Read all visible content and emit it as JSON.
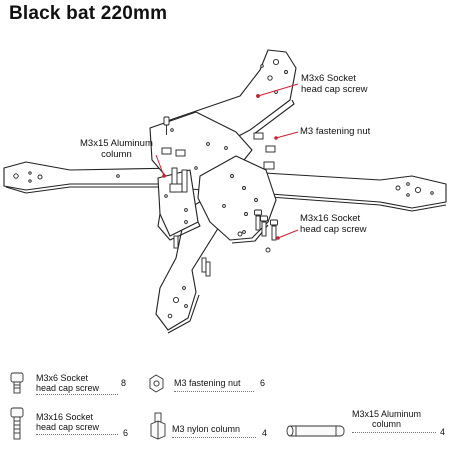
{
  "title": "Black bat 220mm",
  "callouts": {
    "m3x6_socket": [
      "M3x6 Socket",
      "head cap screw"
    ],
    "m3_nut": "M3 fastening nut",
    "m3x15_aluminum": [
      "M3x15 Aluminum",
      "column"
    ],
    "m3x16_socket": [
      "M3x16 Socket",
      "head cap screw"
    ]
  },
  "parts": [
    {
      "label": [
        "M3x6 Socket",
        "head cap screw"
      ],
      "qty": "8",
      "icon": "screw-short-icon"
    },
    {
      "label": [
        "M3 fastening nut"
      ],
      "qty": "6",
      "icon": "nut-icon"
    },
    {
      "label": [
        "M3x16 Socket",
        "head cap screw"
      ],
      "qty": "6",
      "icon": "screw-long-icon"
    },
    {
      "label": [
        "M3 nylon column"
      ],
      "qty": "4",
      "icon": "nylon-column-icon"
    },
    {
      "label": [
        "M3x15 Aluminum",
        "column"
      ],
      "qty": "4",
      "icon": "aluminum-column-icon"
    }
  ],
  "colors": {
    "accent": "#d7202f",
    "line": "#222222"
  }
}
